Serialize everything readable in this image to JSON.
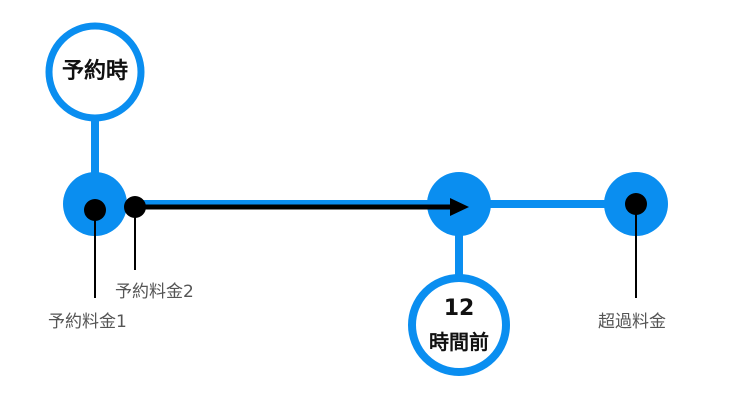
{
  "colors": {
    "accent": "#0A8EF0",
    "dot": "#000000",
    "label": "#555555",
    "bubble_fill": "#FFFFFF"
  },
  "top_bubble": {
    "label": "予約時"
  },
  "deadline_bubble": {
    "value": "12",
    "unit": "時間前"
  },
  "labels": {
    "fee1": "予約料金1",
    "fee2": "予約料金2",
    "over": "超過料金"
  }
}
